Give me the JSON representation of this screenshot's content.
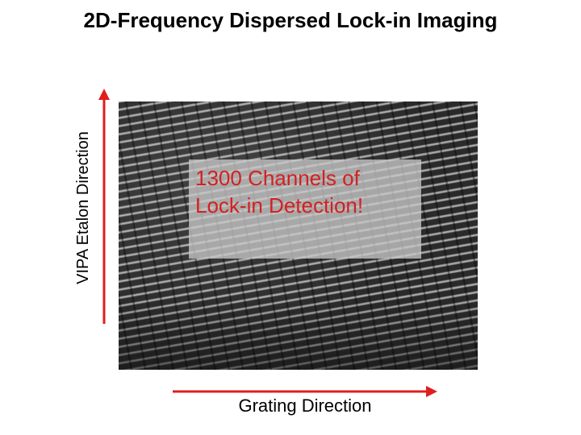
{
  "title": "2D-Frequency Dispersed Lock-in Imaging",
  "y_axis": {
    "label": "VIPA Etalon Direction",
    "arrow_color": "#e01e1e"
  },
  "x_axis": {
    "label": "Grating Direction",
    "arrow_color": "#e01e1e"
  },
  "overlay": {
    "line1": "1300 Channels of",
    "line2": "Lock-in Detection!",
    "text_color": "#d42020"
  },
  "image": {
    "name": "2d-lock-in-camera-image"
  }
}
